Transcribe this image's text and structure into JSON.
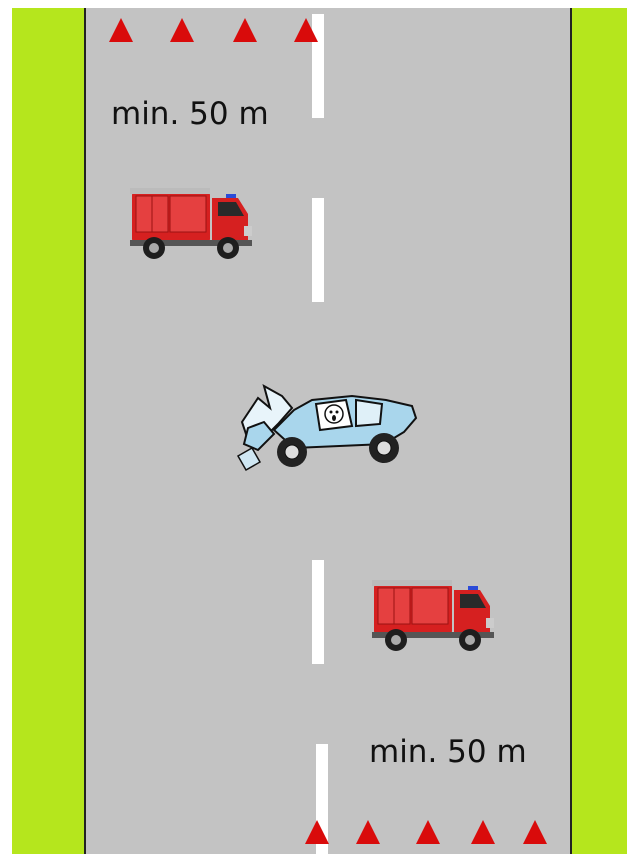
{
  "colors": {
    "verge": "#b5e61d",
    "road": "#c3c3c3",
    "cone": "#d90b0b",
    "lane_marking": "#ffffff",
    "truck_body": "#d62020",
    "crashed_car": "#a9d6ec"
  },
  "labels": {
    "top_distance": "min. 50 m",
    "bottom_distance": "min. 50 m"
  },
  "icons": {
    "cone": "warning-triangle-icon",
    "truck": "fire-truck-icon",
    "crash": "crashed-car-icon"
  },
  "cones": {
    "top_count": 4,
    "bottom_count": 5
  }
}
